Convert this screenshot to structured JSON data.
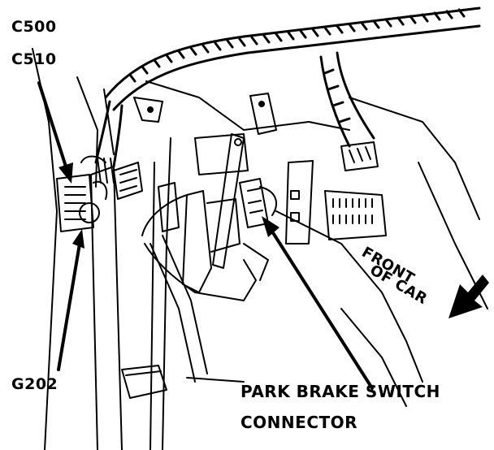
{
  "labels": {
    "c500": "C500",
    "c510": "C510",
    "g202": "G202",
    "park_brake_line1": "PARK BRAKE SWITCH",
    "park_brake_line2": "CONNECTOR",
    "front_line1": "FRONT",
    "front_line2": "OF CAR"
  },
  "colors": {
    "ink": "#000000",
    "paper": "#ffffff"
  }
}
